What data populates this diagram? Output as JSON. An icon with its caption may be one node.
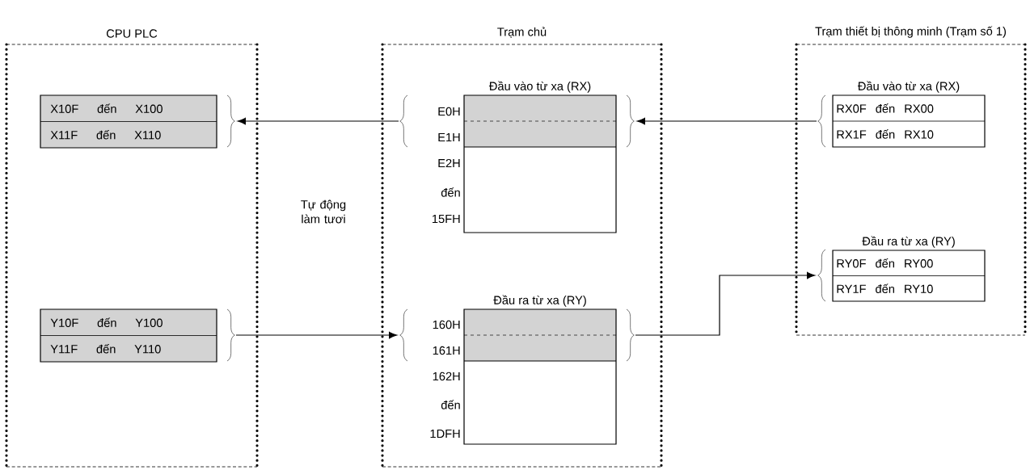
{
  "diagram": {
    "nodes": [
      {
        "text": [
          "CPU PLC"
        ]
      },
      {
        "text": [
          "Trạm chủ"
        ]
      },
      {
        "text": [
          "Trạm thiết bị thông minh (Trạm số 1)"
        ]
      },
      {
        "text": [
          "X10F đến X100",
          "X11F đến X110"
        ],
        "in": 0
      },
      {
        "text": [
          "Y10F đến Y100",
          "Y11F đến Y110"
        ],
        "in": 0
      },
      {
        "text": [
          "Đầu vào từ xa (RX)"
        ],
        "in": 1,
        "beside": [
          "E0H",
          "E1H",
          "E2H",
          "đến",
          "15FH"
        ]
      },
      {
        "text": [
          "Đầu ra từ xa (RY)"
        ],
        "in": 1,
        "beside": [
          "160H",
          "161H",
          "162H",
          "đến",
          "1DFH"
        ]
      },
      {
        "text": [
          "Đầu vào từ xa (RX)",
          "RX0F đến RX00",
          "RX1F đến RX10"
        ],
        "in": 2
      },
      {
        "text": [
          "Đầu ra từ xa (RY)",
          "RY0F đến RY00",
          "RY1F đến RY10"
        ],
        "in": 2
      }
    ],
    "edges": [
      {
        "from": 7,
        "to": 5,
        "arrow": "to"
      },
      {
        "from": 5,
        "to": 3,
        "arrow": "to"
      },
      {
        "from": 4,
        "to": 6,
        "arrow": "to"
      },
      {
        "from": 6,
        "to": 8,
        "arrow": "to"
      }
    ],
    "labels": [
      "Tự động làm tươi"
    ]
  }
}
